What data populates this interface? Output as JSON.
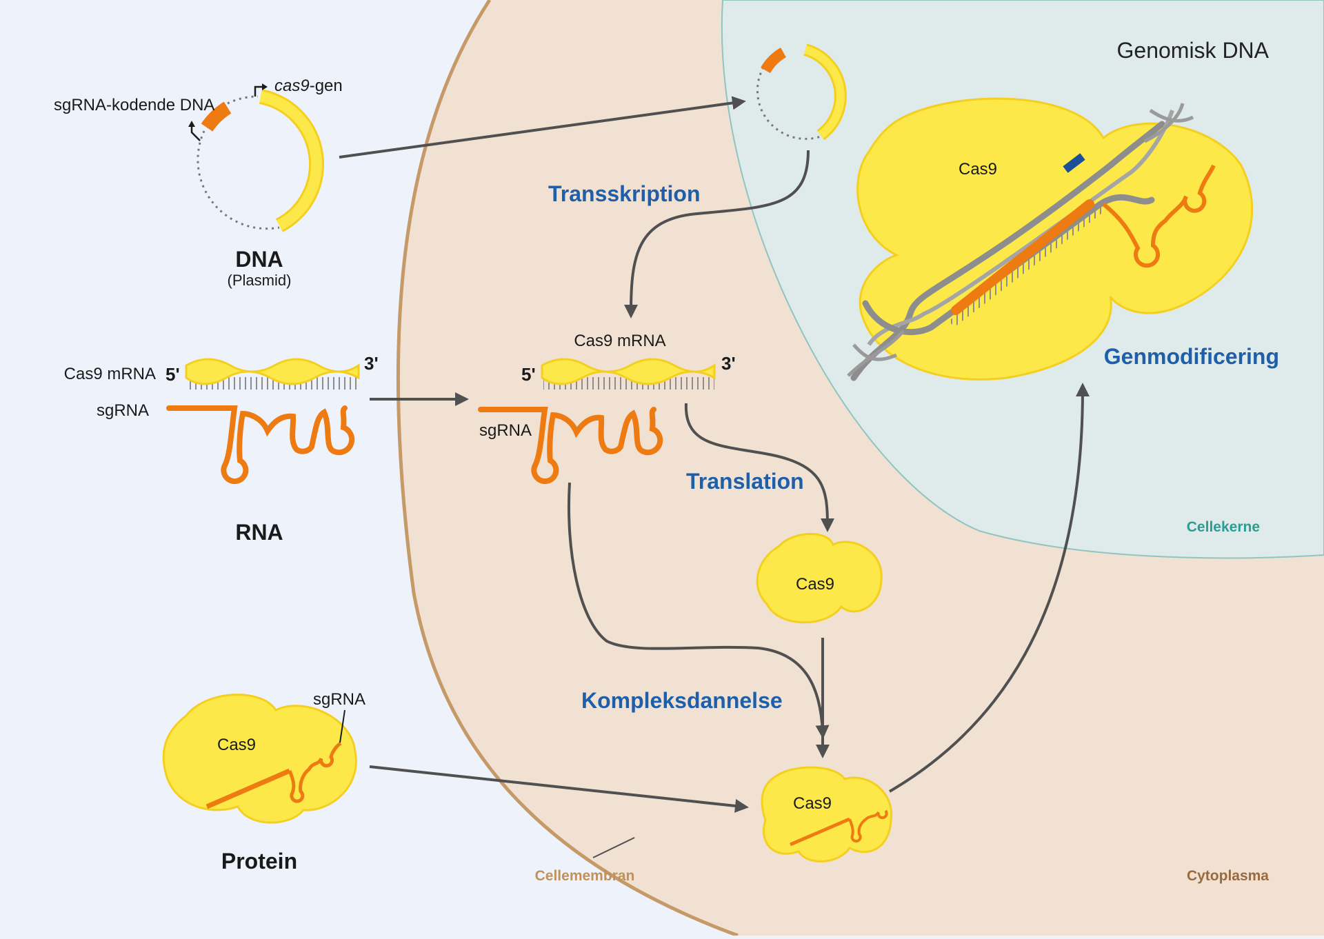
{
  "labels": {
    "genomic_dna": "Genomisk DNA",
    "sgrna_coding": "sgRNA-kodende DNA",
    "cas9_gene_italic": "cas9",
    "cas9_gene_suffix": "-gen",
    "dna": "DNA",
    "plasmid": "(Plasmid)",
    "cas9_mrna": "Cas9 mRNA",
    "five_prime": "5'",
    "three_prime": "3'",
    "sgrna": "sgRNA",
    "rna": "RNA",
    "cas9": "Cas9",
    "protein": "Protein"
  },
  "steps": {
    "transcription": "Transskription",
    "translation": "Translation",
    "complex": "Kompleksdannelse",
    "editing": "Genmodificering"
  },
  "zones": {
    "cell_membrane": "Cellemembran",
    "cytoplasm": "Cytoplasma",
    "nucleus": "Cellekerne"
  },
  "colors": {
    "background": "#eef3fb",
    "cytoplasm": "#f0e1d3",
    "nucleus": "#dfeaea",
    "membrane": "#c59a68",
    "nucleus_border": "#8fc4c0",
    "cas9_fill": "#fde84a",
    "cas9_stroke": "#f4cf1f",
    "sgrna": "#ee7a12",
    "dna_gray": "#8d8d8d",
    "arrow": "#505050",
    "step_text": "#1f5ea8",
    "membrane_text": "#c0915c",
    "cytoplasm_text": "#9a6a3d",
    "nucleus_text": "#2e9c93",
    "target_marker": "#1c4f98"
  }
}
